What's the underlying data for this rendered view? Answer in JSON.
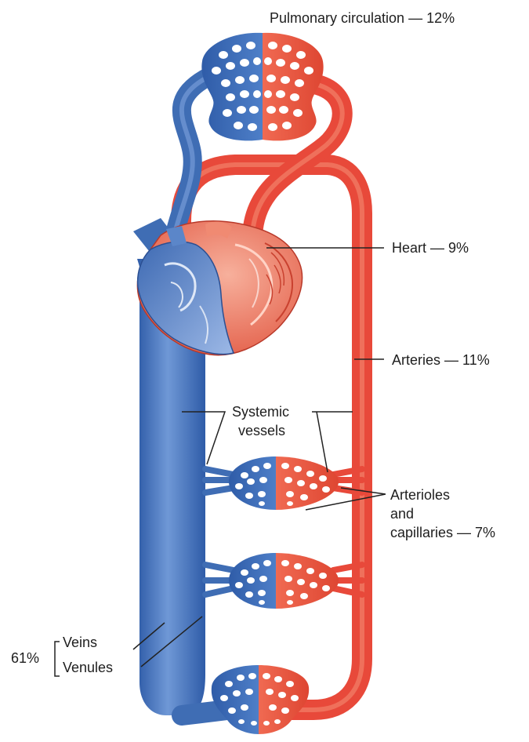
{
  "labels": {
    "pulmonary": "Pulmonary circulation — 12%",
    "heart": "Heart — 9%",
    "arteries": "Arteries — 11%",
    "systemic_line1": "Systemic",
    "systemic_line2": "vessels",
    "arterioles_line1": "Arterioles",
    "arterioles_line2": "and",
    "arterioles_line3": "capillaries — 7%",
    "veins_group_pct": "61%",
    "veins": "Veins",
    "venules": "Venules"
  },
  "colors": {
    "oxygenated": "#e8493a",
    "deoxygenated": "#3f6db4",
    "leader_line": "#222222",
    "text": "#1e1e1e"
  }
}
